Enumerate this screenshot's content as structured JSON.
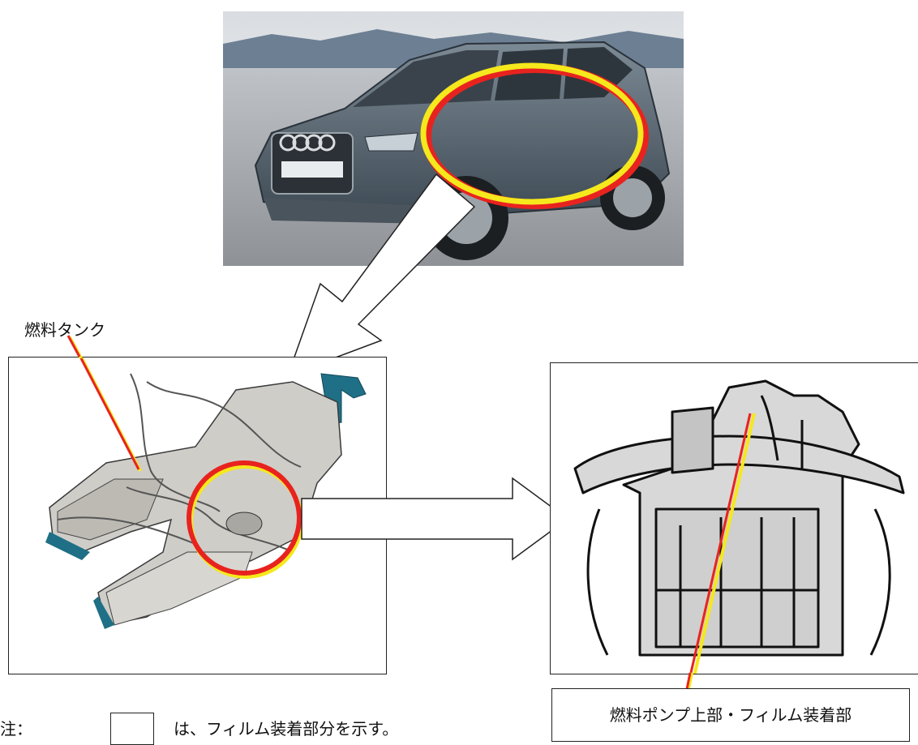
{
  "labels": {
    "fuel_tank": "燃料タンク",
    "pump_top_film": "燃料ポンプ上部・フィルム装着部"
  },
  "legend": {
    "prefix": "注：",
    "description": "は、フィルム装着部分を示す。"
  },
  "colors": {
    "highlight_outer": "#e8231f",
    "highlight_inner": "#f5e81c",
    "car_body": "#5f6f7c",
    "tank_metal": "#c9c7c2",
    "tank_accent": "#1f6f86"
  }
}
